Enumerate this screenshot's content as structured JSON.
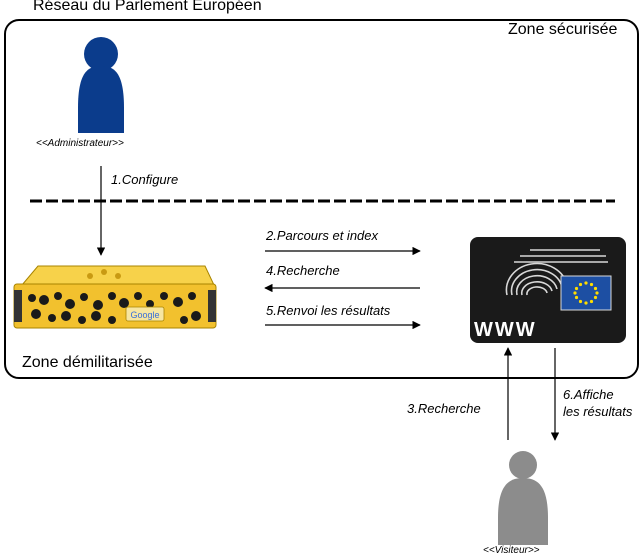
{
  "title": "Réseau du Parlement Européen",
  "zones": {
    "secure": "Zone sécurisée",
    "dmz": "Zone démilitarisée"
  },
  "actors": {
    "admin": {
      "label": "<<Administrateur>>",
      "color": "#0b3c8c"
    },
    "visitor": {
      "label": "<<Visiteur>>",
      "color": "#8c8c8c"
    }
  },
  "steps": {
    "s1": "1.Configure",
    "s2": "2.Parcours et index",
    "s3": "3.Recherche",
    "s4": "4.Recherche",
    "s5": "5.Renvoi les résultats",
    "s6_line1": "6.Affiche",
    "s6_line2": "les résultats"
  },
  "server": {
    "color": "#f2c12e",
    "badge": "Google",
    "icon": "search-appliance-icon"
  },
  "website": {
    "label": "WWW",
    "icon": "european-parliament-icon",
    "flag_color": "#1d4fa3",
    "star_color": "#ffdd00"
  }
}
